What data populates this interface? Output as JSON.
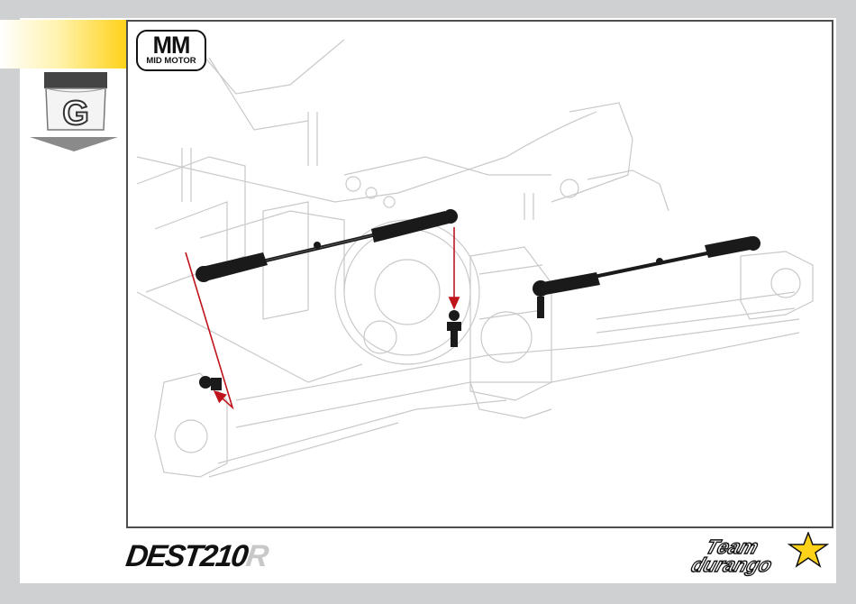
{
  "step": {
    "letter": "G"
  },
  "badge": {
    "big": "MM",
    "small": "MID MOTOR"
  },
  "brand": {
    "model": "DEST210",
    "model_suffix": "R",
    "team_line1": "Team",
    "team_line2": "durango"
  },
  "colors": {
    "accent_yellow": "#ffd21a",
    "arrow_red": "#c0141c",
    "part_black": "#1a1a1a",
    "frame_border": "#4d4d4d",
    "background_grey": "#cfd0d1"
  }
}
